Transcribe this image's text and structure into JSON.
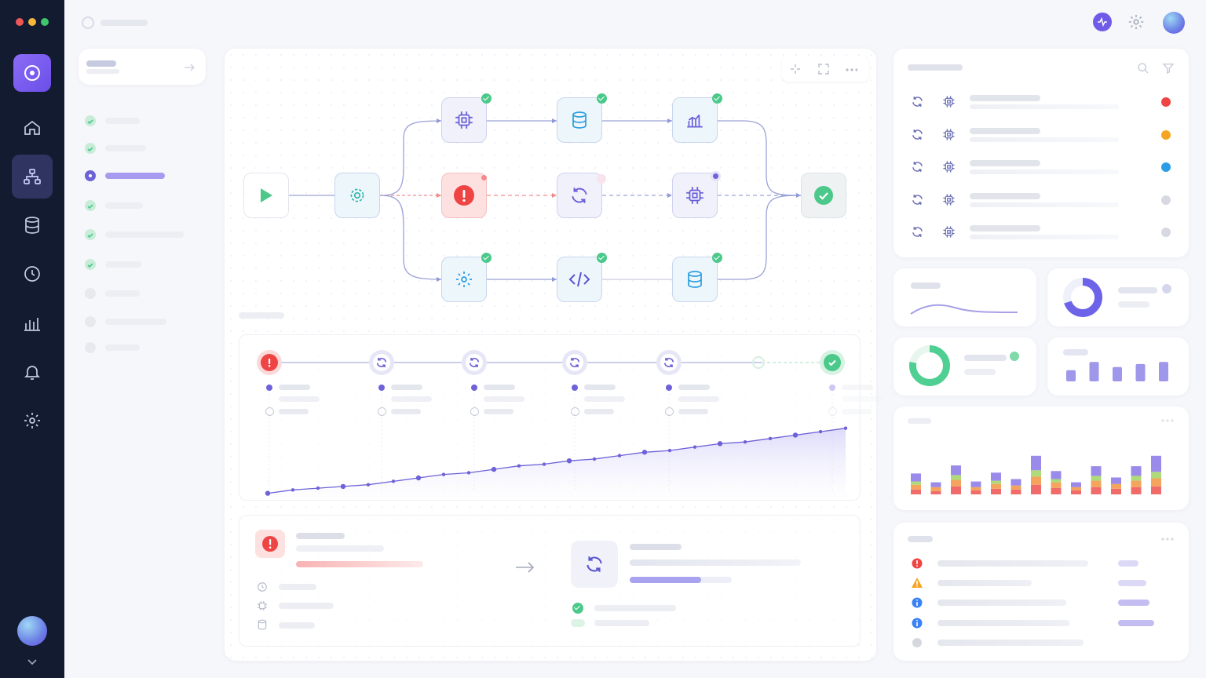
{
  "window": {
    "traffic_lights": [
      "#ed5757",
      "#f4b73a",
      "#3fc56a"
    ]
  },
  "icons": {
    "sidebar": [
      "app-logo-icon",
      "home-icon",
      "workflow-icon",
      "database-icon",
      "clock-icon",
      "bar-chart-icon",
      "bell-icon",
      "settings-icon"
    ],
    "header_right": [
      "activity-icon",
      "gear-icon",
      "user-avatar"
    ],
    "canvas_toolbar": [
      "magic-wand-icon",
      "fit-view-icon",
      "more-icon"
    ],
    "flow_nodes": [
      "play-icon",
      "gear-icon",
      "alert-icon",
      "refresh-icon",
      "chip-icon",
      "check-icon",
      "chip-icon",
      "database-icon",
      "chart-icon",
      "gear-icon",
      "code-icon",
      "database-icon"
    ]
  },
  "colors": {
    "accent": "#6c5ce7",
    "success": "#46c98a",
    "error": "#ef4444",
    "warning": "#f5a524",
    "info": "#3b82f6",
    "sidebar_bg": "#131b31"
  },
  "task_list": {
    "statuses": [
      "success",
      "success",
      "running",
      "success",
      "success",
      "success",
      "pending",
      "pending",
      "pending"
    ],
    "active_index": 2
  },
  "run_list": {
    "statuses": [
      "error",
      "warning",
      "info",
      "idle",
      "idle"
    ]
  },
  "logs": {
    "levels": [
      "error",
      "warning",
      "info",
      "info",
      "idle"
    ]
  },
  "chart_data": [
    {
      "type": "line",
      "x": [
        0,
        1,
        2,
        3,
        4,
        5,
        6,
        7,
        8,
        9,
        10,
        11,
        12,
        13,
        14,
        15,
        16,
        17,
        18,
        19,
        20,
        21,
        22,
        23
      ],
      "y": [
        2,
        4,
        5,
        6,
        7,
        9,
        11,
        13,
        14,
        16,
        18,
        19,
        21,
        22,
        24,
        26,
        27,
        29,
        31,
        32,
        34,
        36,
        38,
        40
      ],
      "ylim": [
        0,
        44
      ]
    },
    {
      "type": "bar",
      "categories": [
        "1",
        "2",
        "3",
        "4",
        "5",
        "6",
        "7",
        "8",
        "9",
        "10",
        "11",
        "12",
        "13"
      ],
      "series": [
        {
          "color": "#ef5b5b",
          "values": [
            6,
            4,
            10,
            5,
            7,
            6,
            12,
            8,
            5,
            9,
            7,
            9,
            10
          ]
        },
        {
          "color": "#f39a4a",
          "values": [
            6,
            5,
            8,
            4,
            6,
            5,
            10,
            7,
            4,
            8,
            6,
            8,
            10
          ]
        },
        {
          "color": "#a6d66c",
          "values": [
            4,
            0,
            6,
            0,
            4,
            0,
            8,
            4,
            0,
            6,
            0,
            6,
            8
          ]
        },
        {
          "color": "#8f7ee8",
          "values": [
            10,
            6,
            12,
            7,
            10,
            8,
            18,
            10,
            6,
            12,
            8,
            12,
            20
          ]
        }
      ],
      "ylim": [
        0,
        80
      ]
    },
    {
      "type": "bar",
      "categories": [
        "1",
        "2",
        "3",
        "4",
        "5"
      ],
      "values": [
        11,
        19,
        14,
        17,
        19
      ],
      "ylim": [
        0,
        20
      ]
    },
    {
      "type": "pie",
      "values": [
        70,
        30
      ],
      "colors": [
        "#6c63e8",
        "#eef0fa"
      ]
    },
    {
      "type": "pie",
      "values": [
        78,
        22
      ],
      "colors": [
        "#4fcf91",
        "#e8f6ef"
      ]
    }
  ]
}
